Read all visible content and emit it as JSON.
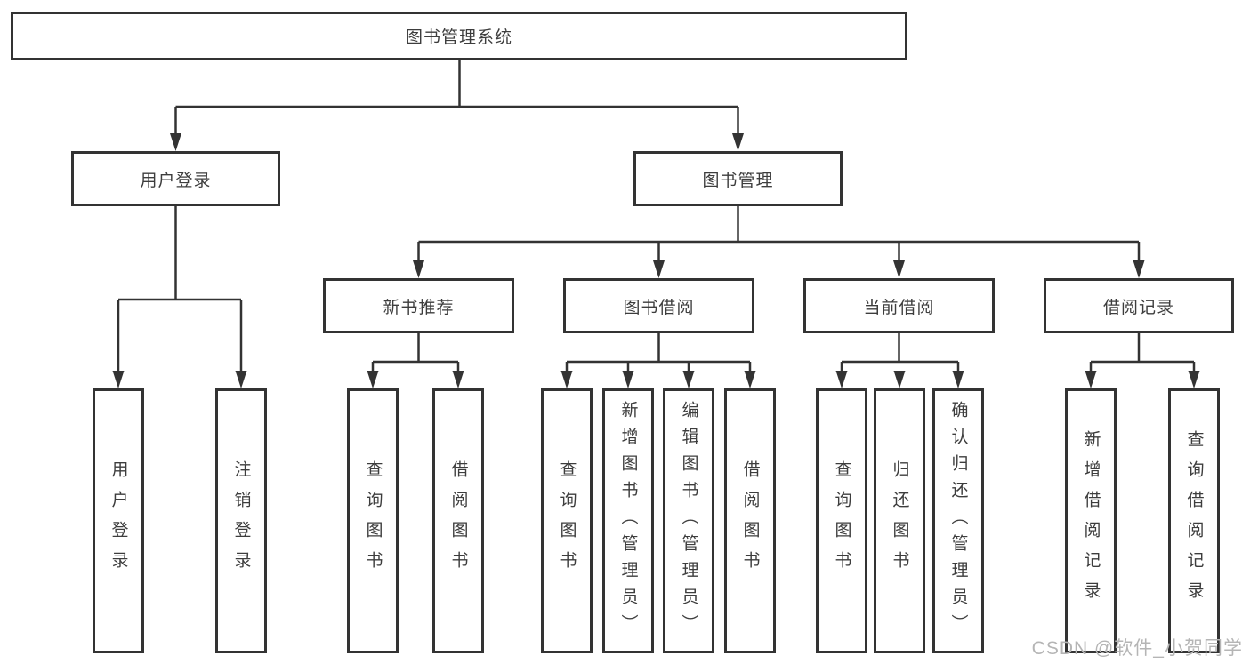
{
  "tree": {
    "label": "图书管理系统",
    "children": [
      {
        "label": "用户登录",
        "children": [
          {
            "label": "用户登录"
          },
          {
            "label": "注销登录"
          }
        ]
      },
      {
        "label": "图书管理",
        "children": [
          {
            "label": "新书推荐",
            "children": [
              {
                "label": "查询图书"
              },
              {
                "label": "借阅图书"
              }
            ]
          },
          {
            "label": "图书借阅",
            "children": [
              {
                "label": "查询图书"
              },
              {
                "label": "新增图书（管理员）"
              },
              {
                "label": "编辑图书（管理员）"
              },
              {
                "label": "借阅图书"
              }
            ]
          },
          {
            "label": "当前借阅",
            "children": [
              {
                "label": "查询图书"
              },
              {
                "label": "归还图书"
              },
              {
                "label": "确认归还（管理员）"
              }
            ]
          },
          {
            "label": "借阅记录",
            "children": [
              {
                "label": "新增借阅记录"
              },
              {
                "label": "查询借阅记录"
              }
            ]
          }
        ]
      }
    ]
  },
  "watermark": {
    "text": "CSDN @软件_小贺同学"
  },
  "colors": {
    "line": "#333333",
    "text": "#3d3d3d",
    "watermark": "#b5b5b5",
    "background": "#ffffff"
  }
}
